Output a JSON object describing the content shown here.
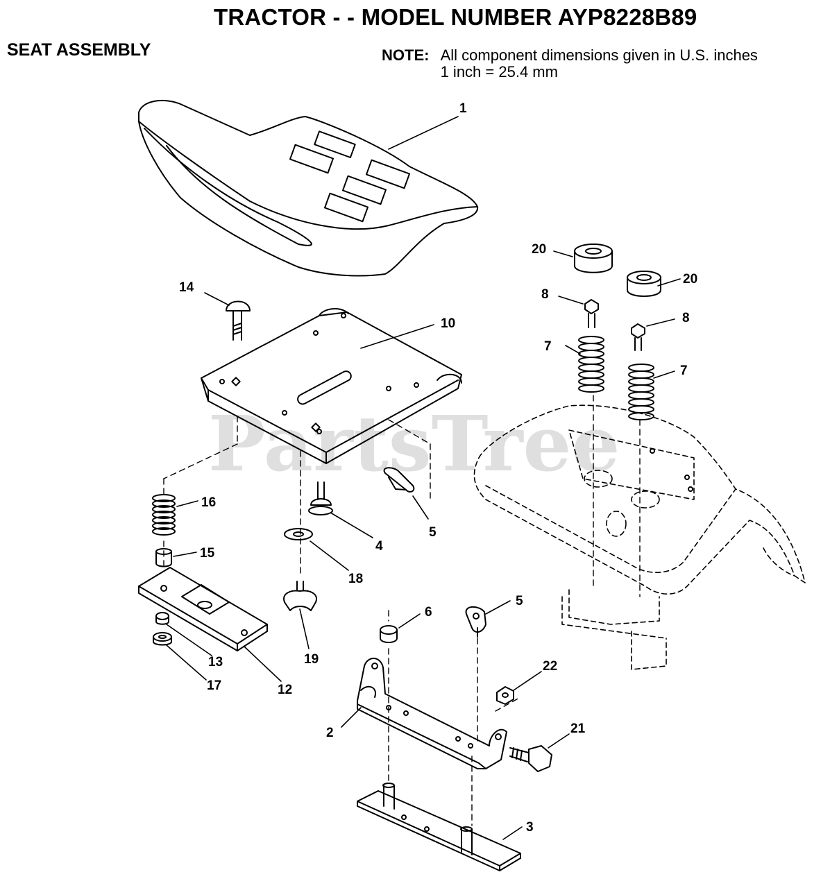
{
  "header": {
    "title": "TRACTOR - - MODEL NUMBER AYP8228B89",
    "section": "SEAT ASSEMBLY",
    "note_label": "NOTE:",
    "note_line1": "All component dimensions given in U.S. inches",
    "note_line2": "1 inch = 25.4 mm"
  },
  "watermark": "PartsTree",
  "callouts": {
    "c1": "1",
    "c2": "2",
    "c3": "3",
    "c4": "4",
    "c5a": "5",
    "c5b": "5",
    "c6": "6",
    "c7a": "7",
    "c7b": "7",
    "c8a": "8",
    "c8b": "8",
    "c10": "10",
    "c12": "12",
    "c13": "13",
    "c14": "14",
    "c15": "15",
    "c16": "16",
    "c17": "17",
    "c18": "18",
    "c19": "19",
    "c20a": "20",
    "c20b": "20",
    "c21": "21",
    "c22": "22"
  }
}
